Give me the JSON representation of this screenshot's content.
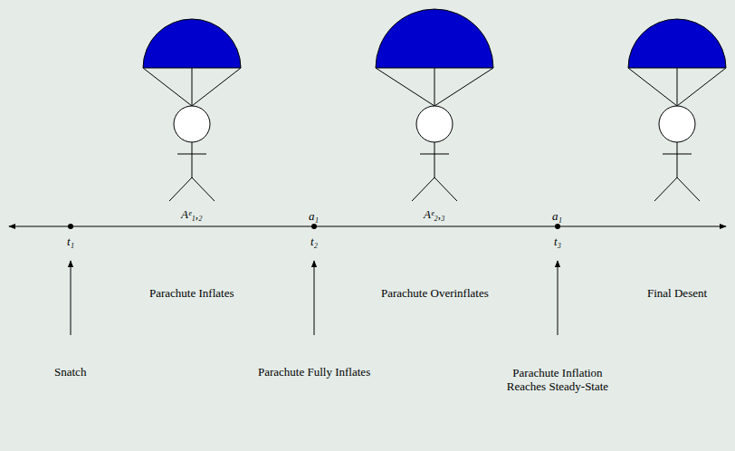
{
  "diagram": {
    "labels": [
      "Aᵉ₁,₂",
      "a₁",
      "Aᵉ₂,₃",
      "a₁",
      "t₁",
      "t₂",
      "t₃",
      "Parachute Inflates",
      "Parachute Overinflates",
      "Final Desent",
      "Snatch",
      "Parachute Fully Inflates",
      "Parachute Inflation Reaches Steady-State"
    ]
  }
}
